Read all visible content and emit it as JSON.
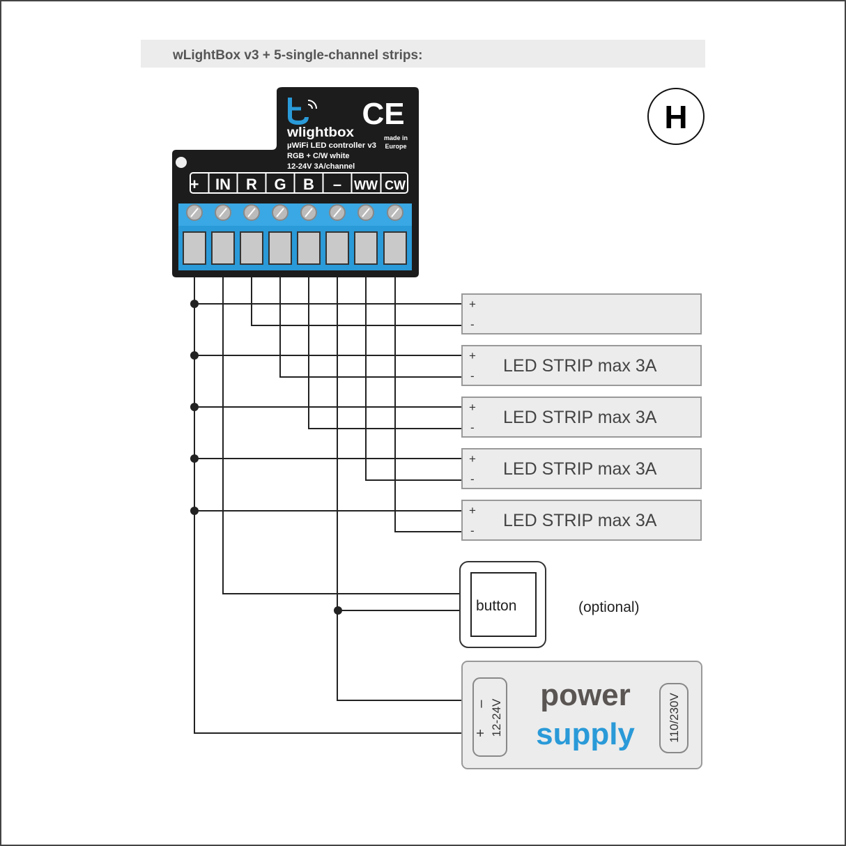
{
  "title": "wLightBox v3 + 5-single-channel strips:",
  "badge": "H",
  "device": {
    "brand": "wlightbox",
    "model": "µWiFi LED controller v3",
    "spec1": "RGB + C/W white",
    "spec2": "12-24V  3A/channel",
    "made1": "made in",
    "made2": "Europe",
    "ce": "CE",
    "terminals": [
      "+",
      "IN",
      "R",
      "G",
      "B",
      "–",
      "WW",
      "CW"
    ]
  },
  "strips": [
    {
      "plus": "+",
      "minus": "-",
      "label": ""
    },
    {
      "plus": "+",
      "minus": "-",
      "label": "LED STRIP max 3A"
    },
    {
      "plus": "+",
      "minus": "-",
      "label": "LED STRIP max 3A"
    },
    {
      "plus": "+",
      "minus": "-",
      "label": "LED STRIP max 3A"
    },
    {
      "plus": "+",
      "minus": "-",
      "label": "LED STRIP max 3A"
    }
  ],
  "button": {
    "label": "button",
    "note": "(optional)"
  },
  "power_supply": {
    "word1": "power",
    "word2": "supply",
    "minus": "–",
    "plus": "+",
    "dc": "12-24V",
    "ac": "110/230V"
  },
  "colors": {
    "accent": "#2a9ad8",
    "device": "#1c1c1c",
    "strip": "#ececec"
  }
}
